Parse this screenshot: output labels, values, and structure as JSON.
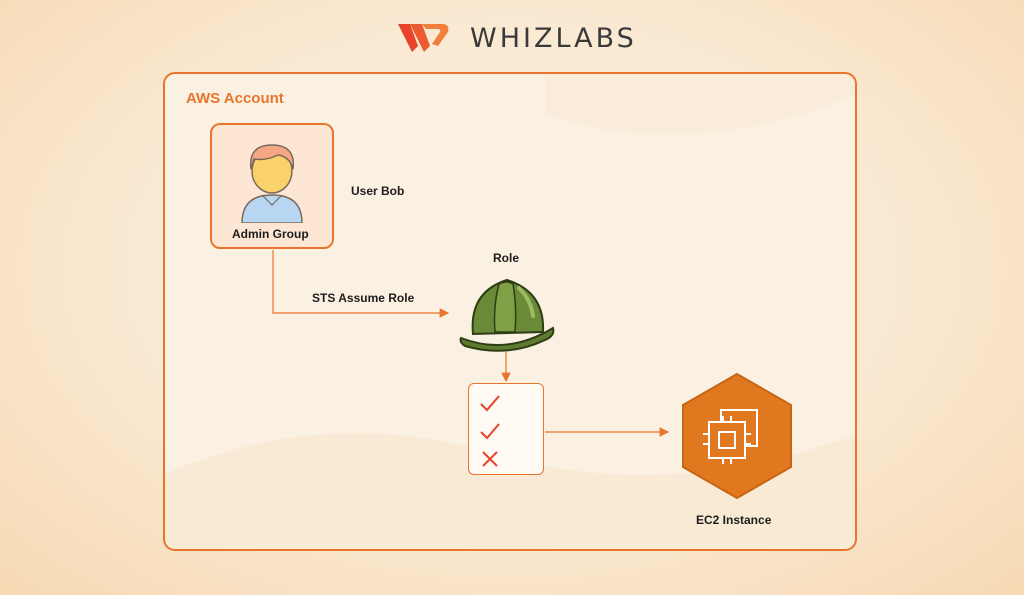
{
  "brand": {
    "name": "WHIZLABS",
    "colors": [
      "#e8432b",
      "#f0803c"
    ]
  },
  "account": {
    "title": "AWS Account",
    "border_color": "#e8752b"
  },
  "nodes": {
    "group": {
      "label": "Admin Group",
      "icon": "user-icon"
    },
    "user": {
      "label": "User Bob"
    },
    "assume": {
      "label": "STS Assume Role"
    },
    "role": {
      "label": "Role",
      "icon": "hard-hat-icon"
    },
    "policy": {
      "icon": "permissions-list-icon",
      "items": [
        "allow",
        "allow",
        "deny"
      ]
    },
    "ec2": {
      "label": "EC2 Instance",
      "icon": "ec2-chip-icon"
    }
  }
}
